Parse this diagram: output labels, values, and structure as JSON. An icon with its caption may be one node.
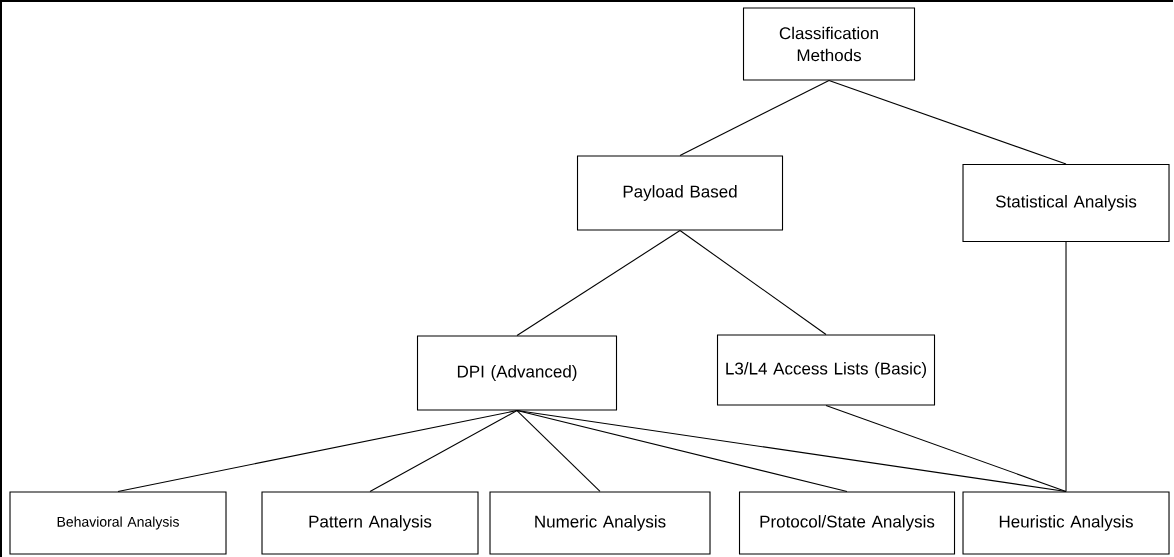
{
  "diagram": {
    "nodes": [
      {
        "text": [
          "Classification Methods"
        ]
      },
      {
        "text": [
          "Payload Based"
        ]
      },
      {
        "text": [
          "Statistical Analysis"
        ]
      },
      {
        "text": [
          "DPI (Advanced)"
        ]
      },
      {
        "text": [
          "L3/L4 Access Lists (Basic)"
        ]
      },
      {
        "text": [
          "Behavioral Analysis"
        ]
      },
      {
        "text": [
          "Pattern Analysis"
        ]
      },
      {
        "text": [
          "Numeric Analysis"
        ]
      },
      {
        "text": [
          "Protocol/State Analysis"
        ]
      },
      {
        "text": [
          "Heuristic Analysis"
        ]
      }
    ],
    "edges": [
      {
        "from": 0,
        "to": 1,
        "arrow": "none"
      },
      {
        "from": 0,
        "to": 2,
        "arrow": "none"
      },
      {
        "from": 1,
        "to": 3,
        "arrow": "none"
      },
      {
        "from": 1,
        "to": 4,
        "arrow": "none"
      },
      {
        "from": 3,
        "to": 5,
        "arrow": "none"
      },
      {
        "from": 3,
        "to": 6,
        "arrow": "none"
      },
      {
        "from": 3,
        "to": 7,
        "arrow": "none"
      },
      {
        "from": 3,
        "to": 8,
        "arrow": "none"
      },
      {
        "from": 3,
        "to": 9,
        "arrow": "none"
      },
      {
        "from": 4,
        "to": 9,
        "arrow": "none"
      },
      {
        "from": 2,
        "to": 9,
        "arrow": "none"
      }
    ]
  }
}
